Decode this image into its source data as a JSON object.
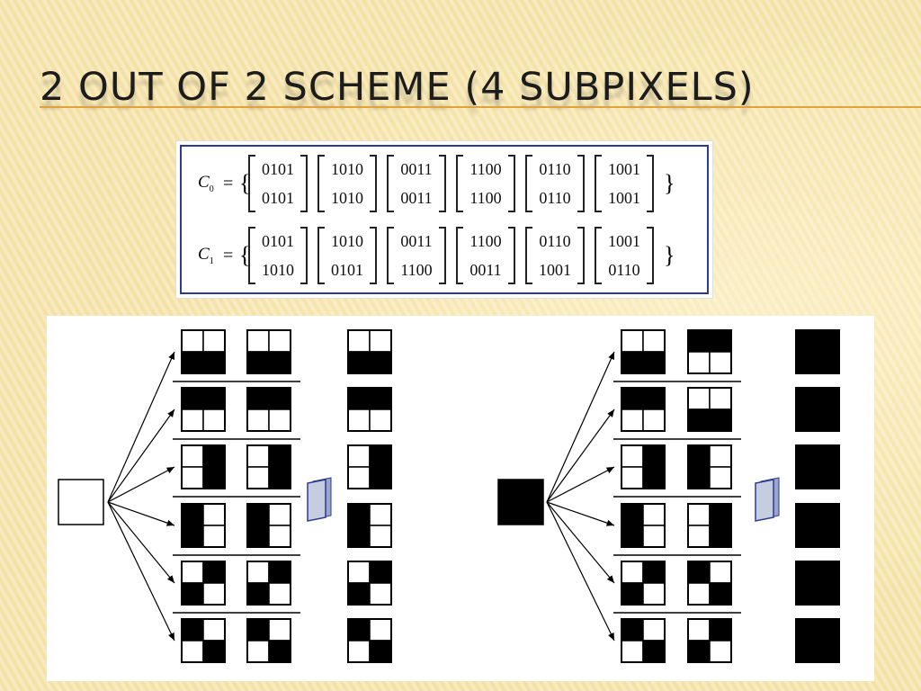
{
  "slide": {
    "title": "2 OUT OF 2 SCHEME (4 SUBPIXELS)"
  },
  "matrices": {
    "rows": [
      {
        "label": "C",
        "subscript": "0",
        "eq": "=",
        "brace_open": "{",
        "brace_close": "}",
        "matrices": [
          [
            "0101",
            "0101"
          ],
          [
            "1010",
            "1010"
          ],
          [
            "0011",
            "0011"
          ],
          [
            "1100",
            "1100"
          ],
          [
            "0110",
            "0110"
          ],
          [
            "1001",
            "1001"
          ]
        ]
      },
      {
        "label": "C",
        "subscript": "1",
        "eq": "=",
        "brace_open": "{",
        "brace_close": "}",
        "matrices": [
          [
            "0101",
            "1010"
          ],
          [
            "1010",
            "0101"
          ],
          [
            "0011",
            "1100"
          ],
          [
            "1100",
            "0011"
          ],
          [
            "0110",
            "1001"
          ],
          [
            "1001",
            "0110"
          ]
        ]
      }
    ]
  },
  "diagram": {
    "line_color": "#000000",
    "cell_fill": "#000000",
    "cell_empty": "#ffffff",
    "stack_icon_fill": "#c7cde0",
    "stack_icon_stroke": "#2b3b8f",
    "sides": [
      {
        "name": "white-pixel",
        "source_fill": "#ffffff",
        "rows": [
          {
            "share1": "0011",
            "share2": "0011",
            "result": "0011"
          },
          {
            "share1": "1100",
            "share2": "1100",
            "result": "1100"
          },
          {
            "share1": "0101",
            "share2": "0101",
            "result": "0101"
          },
          {
            "share1": "1010",
            "share2": "1010",
            "result": "1010"
          },
          {
            "share1": "0110",
            "share2": "0110",
            "result": "0110"
          },
          {
            "share1": "1001",
            "share2": "1001",
            "result": "1001"
          }
        ]
      },
      {
        "name": "black-pixel",
        "source_fill": "#000000",
        "rows": [
          {
            "share1": "0011",
            "share2": "1100",
            "result": "1111"
          },
          {
            "share1": "1100",
            "share2": "0011",
            "result": "1111"
          },
          {
            "share1": "0101",
            "share2": "1010",
            "result": "1111"
          },
          {
            "share1": "1010",
            "share2": "0101",
            "result": "1111"
          },
          {
            "share1": "0110",
            "share2": "1001",
            "result": "1111"
          },
          {
            "share1": "1001",
            "share2": "0110",
            "result": "1111"
          }
        ]
      }
    ]
  }
}
